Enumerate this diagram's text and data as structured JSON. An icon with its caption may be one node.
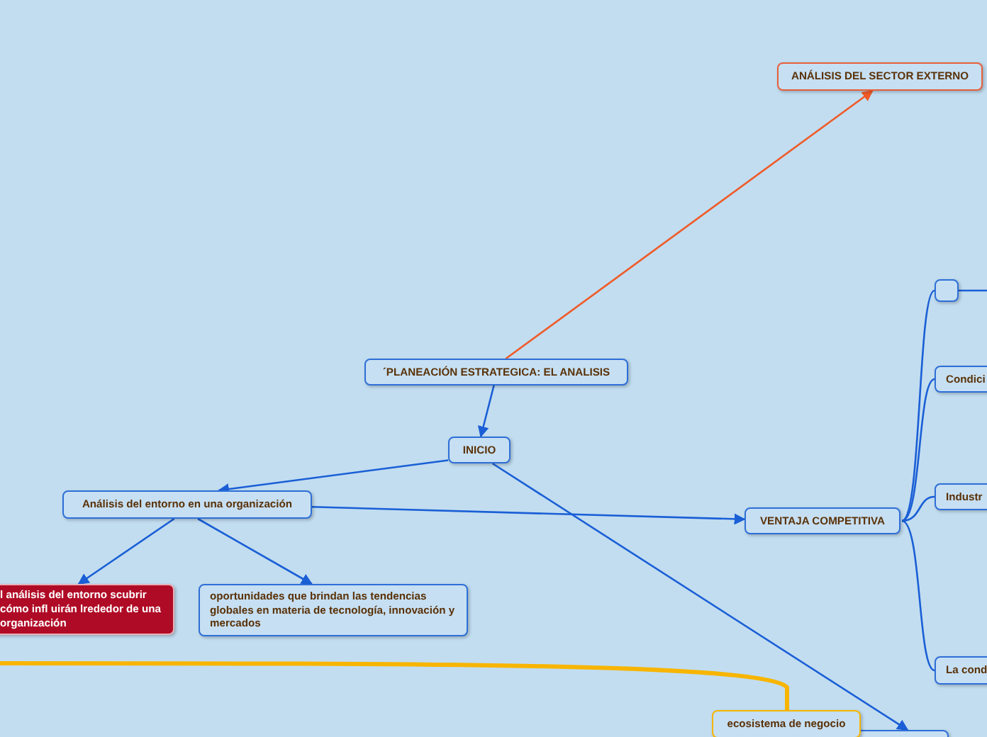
{
  "diagram": {
    "nodes": [
      {
        "text": [
          "´PLANEACIÓN ESTRATEGICA: EL ANALISIS"
        ]
      },
      {
        "text": [
          "ANÁLISIS DEL SECTOR EXTERNO"
        ]
      },
      {
        "text": [
          "INICIO"
        ]
      },
      {
        "text": [
          "Análisis del entorno en una organización"
        ]
      },
      {
        "text": [
          "l análisis del entorno scubrir cómo infl uirán lrededor de una organización"
        ]
      },
      {
        "text": [
          "oportunidades que brindan las tendencias globales en materia de tecnología, innovación y mercados"
        ]
      },
      {
        "text": [
          "VENTAJA COMPETITIVA"
        ]
      },
      {
        "text": [],
        "shape": "box"
      },
      {
        "text": [
          "Condici"
        ]
      },
      {
        "text": [
          "Industr"
        ]
      },
      {
        "text": [
          "La cond"
        ]
      },
      {
        "text": [
          "ecosistema de negocio"
        ]
      },
      {
        "text": [],
        "shape": "box"
      }
    ],
    "edges": [
      {
        "from": 0,
        "to": 1,
        "arrow": "to",
        "color": "#f05a28"
      },
      {
        "from": 0,
        "to": 2,
        "arrow": "to"
      },
      {
        "from": 2,
        "to": 3,
        "arrow": "to"
      },
      {
        "from": 2,
        "to": 12,
        "arrow": "to"
      },
      {
        "from": 3,
        "to": 4,
        "arrow": "to"
      },
      {
        "from": 3,
        "to": 5,
        "arrow": "to"
      },
      {
        "from": 3,
        "to": 6,
        "arrow": "to"
      },
      {
        "from": 6,
        "to": 7,
        "arrow": "none"
      },
      {
        "from": 6,
        "to": 8,
        "arrow": "none"
      },
      {
        "from": 6,
        "to": 9,
        "arrow": "none"
      },
      {
        "from": 6,
        "to": 10,
        "arrow": "none"
      },
      {
        "from": 7,
        "to": null,
        "arrow": "none"
      },
      {
        "from": null,
        "to": 11,
        "arrow": "none",
        "style": "thick",
        "color": "#f7b500"
      }
    ]
  }
}
